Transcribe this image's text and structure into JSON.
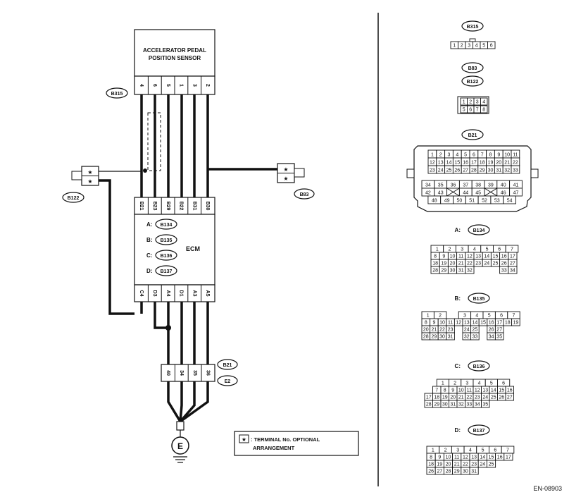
{
  "sensor": {
    "title_line1": "ACCELERATOR PEDAL",
    "title_line2": "POSITION SENSOR",
    "pins": [
      "4",
      "6",
      "5",
      "1",
      "3",
      "2"
    ]
  },
  "ecm": {
    "label": "ECM",
    "top_pins": [
      "B21",
      "B23",
      "B29",
      "B22",
      "B31",
      "B30"
    ],
    "bottom_pins": [
      "C4",
      "D3",
      "A4",
      "D1",
      "A3",
      "A5"
    ],
    "connectors": [
      {
        "prefix": "A:",
        "name": "B134"
      },
      {
        "prefix": "B:",
        "name": "B135"
      },
      {
        "prefix": "C:",
        "name": "B136"
      },
      {
        "prefix": "D:",
        "name": "B137"
      }
    ]
  },
  "labels": {
    "b315": "B315",
    "b122": "B122",
    "b83": "B83",
    "b21": "B21",
    "e2": "E2",
    "ground": "E",
    "star": "★"
  },
  "lower_connector": {
    "pins": [
      "40",
      "34",
      "35",
      "36"
    ]
  },
  "legend": {
    "line1": ": TERMINAL No. OPTIONAL",
    "line2": "ARRANGEMENT"
  },
  "footer": "EN-08903",
  "right": {
    "b315": {
      "title": "B315",
      "pins": [
        "1",
        "2",
        "3",
        "4",
        "5",
        "6"
      ]
    },
    "b83": {
      "title": "B83"
    },
    "b122": {
      "title": "B122",
      "row1": [
        "1",
        "2",
        "3",
        "4"
      ],
      "row2": [
        "5",
        "6",
        "7",
        "8"
      ]
    },
    "b21": {
      "title": "B21",
      "rows": [
        [
          "1",
          "2",
          "3",
          "4",
          "5",
          "6",
          "7",
          "8",
          "9",
          "10",
          "11"
        ],
        [
          "12",
          "13",
          "14",
          "15",
          "16",
          "17",
          "18",
          "19",
          "20",
          "21",
          "22"
        ],
        [
          "23",
          "24",
          "25",
          "26",
          "27",
          "28",
          "29",
          "30",
          "31",
          "32",
          "33"
        ]
      ],
      "lower": [
        [
          "34",
          "35",
          "36",
          "37",
          "38",
          "39",
          "40",
          "41"
        ],
        [
          "42",
          "43",
          "",
          "44",
          "45",
          "",
          "46",
          "47"
        ],
        [
          "48",
          "49",
          "50",
          "51",
          "52",
          "53",
          "54"
        ]
      ]
    },
    "a": {
      "prefix": "A:",
      "title": "B134",
      "rows": [
        [
          "",
          "1",
          "",
          "2",
          "",
          "3",
          "",
          "4",
          "",
          "5",
          "",
          "6",
          "",
          "7",
          ""
        ],
        [
          "8",
          "9",
          "10",
          "11",
          "12",
          "13",
          "14",
          "15",
          "16",
          "17"
        ],
        [
          "18",
          "19",
          "20",
          "21",
          "22",
          "23",
          "24",
          "25",
          "26",
          "27"
        ],
        [
          "28",
          "29",
          "30",
          "31",
          "32",
          "",
          "",
          "",
          "33",
          "34"
        ]
      ]
    },
    "b": {
      "prefix": "B:",
      "title": "B135",
      "rows": [
        [
          "1",
          "2",
          "",
          "3",
          "4",
          "5",
          "6",
          "7"
        ],
        [
          "8",
          "9",
          "10",
          "11",
          "12",
          "13",
          "14",
          "15",
          "16",
          "17",
          "18",
          "19"
        ],
        [
          "20",
          "21",
          "22",
          "23",
          "",
          "24",
          "25",
          "",
          "26",
          "27"
        ],
        [
          "28",
          "29",
          "30",
          "31",
          "",
          "32",
          "33",
          "",
          "34",
          "35"
        ]
      ]
    },
    "c": {
      "prefix": "C:",
      "title": "B136",
      "rows": [
        [
          "1",
          "2",
          "3",
          "4",
          "5",
          "6"
        ],
        [
          "7",
          "8",
          "9",
          "10",
          "11",
          "12",
          "13",
          "14",
          "15",
          "16"
        ],
        [
          "17",
          "18",
          "19",
          "20",
          "21",
          "22",
          "23",
          "24",
          "25",
          "26",
          "27"
        ],
        [
          "28",
          "29",
          "30",
          "31",
          "32",
          "33",
          "34",
          "35"
        ]
      ]
    },
    "d": {
      "prefix": "D:",
      "title": "B137",
      "rows": [
        [
          "1",
          "2",
          "3",
          "4",
          "5",
          "6",
          "7"
        ],
        [
          "8",
          "9",
          "10",
          "11",
          "12",
          "13",
          "14",
          "15",
          "16",
          "17"
        ],
        [
          "18",
          "19",
          "20",
          "21",
          "22",
          "23",
          "24",
          "25"
        ],
        [
          "26",
          "27",
          "28",
          "29",
          "30",
          "31"
        ]
      ]
    }
  }
}
